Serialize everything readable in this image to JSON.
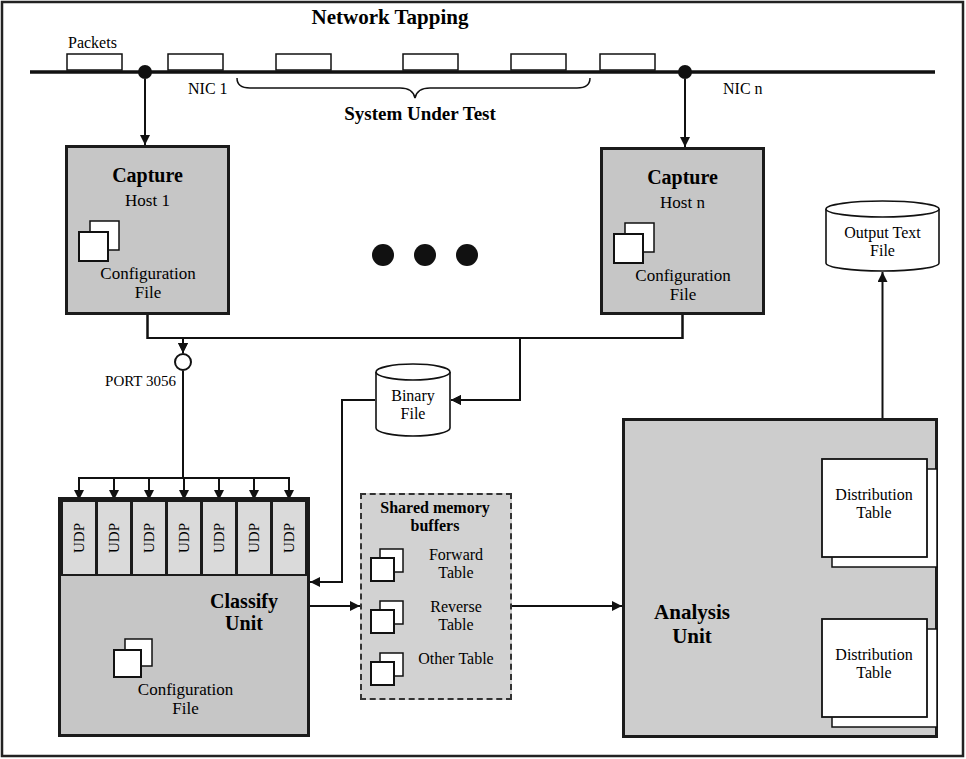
{
  "diagram": {
    "title": "Network Tapping",
    "nodes": [
      {
        "text": [
          "Capture",
          "Host 1",
          "Configuration File"
        ]
      },
      {
        "text": [
          "Capture",
          "Host n",
          "Configuration File"
        ]
      },
      {
        "text": [
          "Output Text File"
        ]
      },
      {
        "text": [
          "Binary File"
        ]
      },
      {
        "text": [
          "PORT 3056"
        ]
      },
      {
        "text": [
          "Classify Unit",
          "Configuration File"
        ]
      },
      {
        "text": [
          "UDP"
        ],
        "in": 5
      },
      {
        "text": [
          "UDP"
        ],
        "in": 5
      },
      {
        "text": [
          "UDP"
        ],
        "in": 5
      },
      {
        "text": [
          "UDP"
        ],
        "in": 5
      },
      {
        "text": [
          "UDP"
        ],
        "in": 5
      },
      {
        "text": [
          "UDP"
        ],
        "in": 5
      },
      {
        "text": [
          "UDP"
        ],
        "in": 5
      },
      {
        "text": [
          "Shared memory buffers"
        ]
      },
      {
        "text": [
          "Forward Table"
        ],
        "in": 13
      },
      {
        "text": [
          "Reverse Table"
        ],
        "in": 13
      },
      {
        "text": [
          "Other Table"
        ],
        "in": 13
      },
      {
        "text": [
          "Analysis Unit"
        ]
      },
      {
        "text": [
          "Distribution Table"
        ],
        "in": 17
      },
      {
        "text": [
          "Distribution Table"
        ],
        "in": 17
      }
    ],
    "edges": [
      {
        "from": 0,
        "to": 4,
        "arrow": "to"
      },
      {
        "from": 1,
        "to": 4,
        "arrow": "to"
      },
      {
        "from": 0,
        "to": 3,
        "arrow": "to"
      },
      {
        "from": 1,
        "to": 3,
        "arrow": "to"
      },
      {
        "from": 4,
        "to": 6,
        "arrow": "to"
      },
      {
        "from": 4,
        "to": 7,
        "arrow": "to"
      },
      {
        "from": 4,
        "to": 8,
        "arrow": "to"
      },
      {
        "from": 4,
        "to": 9,
        "arrow": "to"
      },
      {
        "from": 4,
        "to": 10,
        "arrow": "to"
      },
      {
        "from": 4,
        "to": 11,
        "arrow": "to"
      },
      {
        "from": 4,
        "to": 12,
        "arrow": "to"
      },
      {
        "from": 3,
        "to": 5,
        "arrow": "to"
      },
      {
        "from": 5,
        "to": 13,
        "arrow": "to"
      },
      {
        "from": 13,
        "to": 17,
        "arrow": "to"
      },
      {
        "from": 17,
        "to": 2,
        "arrow": "to"
      }
    ],
    "labels": [
      "Packets",
      "NIC 1",
      "NIC n",
      "System Under Test"
    ]
  }
}
